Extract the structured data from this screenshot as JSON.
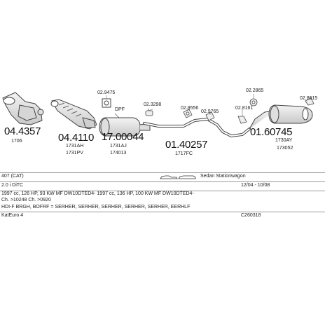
{
  "parts": {
    "p1": {
      "code": "04.4357",
      "ref": "1706"
    },
    "p2": {
      "code": "04.4110",
      "ref1": "1731AH",
      "ref2": "1731PV"
    },
    "p3": {
      "code": "17.00044",
      "ref1": "1731AJ",
      "ref2": "174013",
      "label": "DPF",
      "small_code": "02.9475"
    },
    "p4": {
      "code": "01.40257",
      "ref": "1717FC",
      "small1": "02.3298",
      "small2": "02.9556",
      "small3": "02.9765"
    },
    "p5": {
      "code": "01.60745",
      "ref1": "1730AY",
      "ref2": "173052",
      "small1": "02.2865",
      "small2": "02.8161",
      "small3": "02.8615"
    }
  },
  "table": {
    "row1": {
      "left": "407 (CAT)",
      "right": "Sedan Stationwagon"
    },
    "row2": {
      "left": "2.0 i DiTC",
      "right": "12/04 - 10/08"
    },
    "row3": {
      "left": "1997 cc, 126 HP, 93 KW MF DW10DTED4- 1997 cc, 136 HP, 100 KW MF DW10DTED4-"
    },
    "row4": {
      "left": "Ch. >10248 Ch. >0920"
    },
    "row5": {
      "left": "HDI-F BRGH, BOFRF = SERHER, SERHER, SERHER, SERHER, SERHER, EERHLF"
    },
    "row6": {
      "left": "KatEuro 4",
      "right": "C260318"
    }
  },
  "colors": {
    "line": "#444444",
    "fill": "#e9e9e9",
    "rule": "#9a9a9a"
  }
}
